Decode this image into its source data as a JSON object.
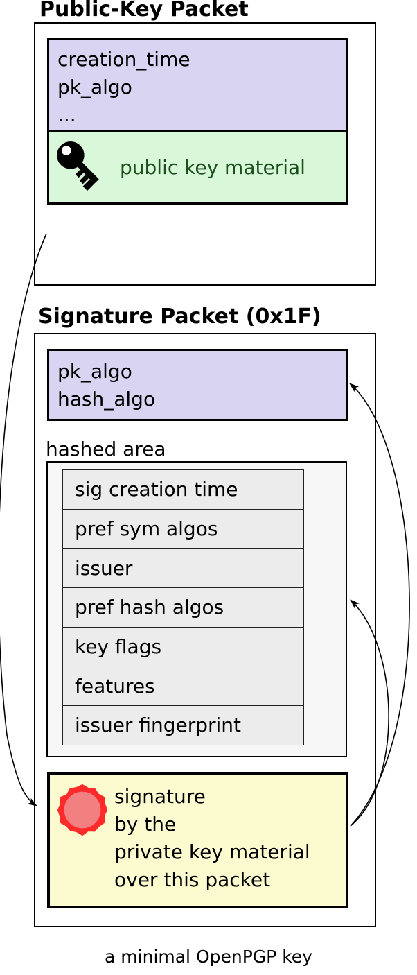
{
  "colors": {
    "field_lavender": "#d8d4f2",
    "material_green": "#d9f8d9",
    "material_text_green": "#1b4f1b",
    "signature_yellow": "#fbfbcf",
    "seal_red": "#ff2a2a",
    "seal_fill": "#f28080",
    "subpacket_gray": "#ececec",
    "hashed_area_bg": "#f7f7f7"
  },
  "public_key_packet": {
    "title": "Public-Key Packet",
    "fields": [
      "creation_time",
      "pk_algo",
      "..."
    ],
    "material_label": "public key material"
  },
  "signature_packet": {
    "title": "Signature Packet (0x1F)",
    "fields": [
      "pk_algo",
      "hash_algo"
    ],
    "hashed_area_label": "hashed area",
    "subpackets": [
      "sig creation time",
      "pref sym algos",
      "issuer",
      "pref hash algos",
      "key flags",
      "features",
      "issuer fingerprint"
    ],
    "signature_lines": [
      "signature",
      "by the",
      "private key material",
      "over this packet"
    ]
  },
  "caption": "a minimal OpenPGP key"
}
